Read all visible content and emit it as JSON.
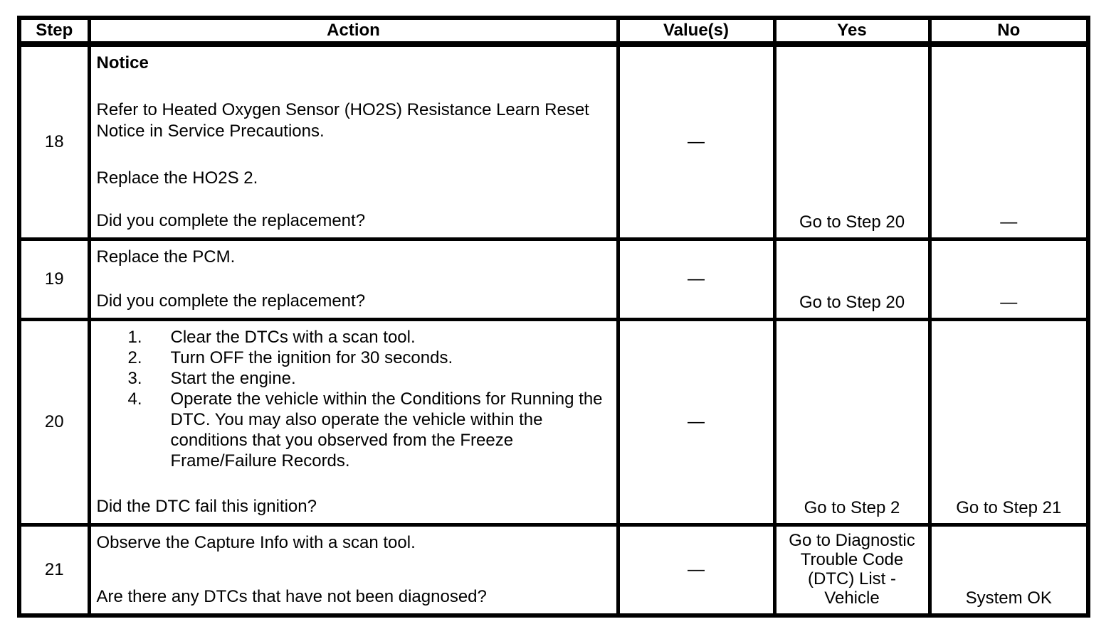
{
  "columns": {
    "step": "Step",
    "action": "Action",
    "values": "Value(s)",
    "yes": "Yes",
    "no": "No"
  },
  "rows": [
    {
      "step": "18",
      "action": {
        "notice": "Notice",
        "para1": "Refer to Heated Oxygen Sensor (HO2S) Resistance Learn Reset Notice in Service Precautions.",
        "para2": "Replace the HO2S 2.",
        "question": "Did you complete the replacement?"
      },
      "values": "—",
      "yes": "Go to Step 20",
      "no": "—"
    },
    {
      "step": "19",
      "action": {
        "para1": "Replace the PCM.",
        "question": "Did you complete the replacement?"
      },
      "values": "—",
      "yes": "Go to Step 20",
      "no": "—"
    },
    {
      "step": "20",
      "action": {
        "list": [
          {
            "num": "1.",
            "text": "Clear the DTCs with a scan tool."
          },
          {
            "num": "2.",
            "text": "Turn OFF the ignition for 30 seconds."
          },
          {
            "num": "3.",
            "text": "Start the engine."
          },
          {
            "num": "4.",
            "text": "Operate the vehicle within the Conditions for Running the DTC. You may also operate the vehicle within the conditions that you observed from the Freeze Frame/Failure Records."
          }
        ],
        "question": "Did the DTC fail this ignition?"
      },
      "values": "—",
      "yes": "Go to Step 2",
      "no": "Go to Step 21"
    },
    {
      "step": "21",
      "action": {
        "para1": "Observe the Capture Info with a scan tool.",
        "question": "Are there any DTCs that have not been diagnosed?"
      },
      "values": "—",
      "yes": "Go to Diagnostic\nTrouble Code\n(DTC) List -\nVehicle",
      "no": "System OK"
    }
  ]
}
